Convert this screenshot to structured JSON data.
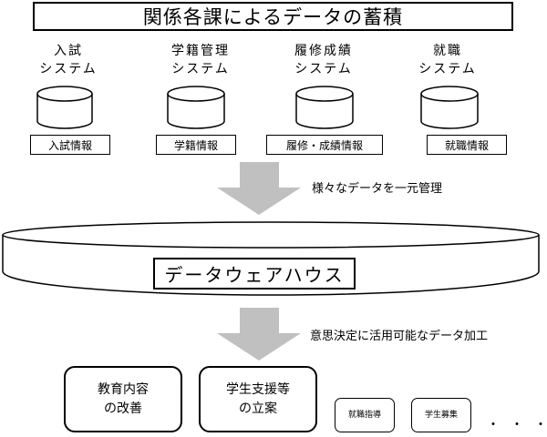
{
  "title": "関係各課によるデータの蓄積",
  "systems": [
    {
      "name": "入試\nシステム",
      "info": "入試情報"
    },
    {
      "name": "学籍管理\nシステム",
      "info": "学籍情報"
    },
    {
      "name": "履修成績\nシステム",
      "info": "履修・成績情報"
    },
    {
      "name": "就職\nシステム",
      "info": "就職情報"
    }
  ],
  "arrow1_note": "様々なデータを一元管理",
  "warehouse_label": "データウェアハウス",
  "arrow2_note": "意思決定に活用可能なデータ加工",
  "outputs": [
    {
      "label": "教育内容\nの改善"
    },
    {
      "label": "学生支援等\nの立案"
    },
    {
      "label": "就職指導"
    },
    {
      "label": "学生募集"
    }
  ],
  "ellipsis": "・・・",
  "colors": {
    "arrow": "#c0c0c0",
    "stroke": "#000000",
    "background": "#ffffff"
  }
}
